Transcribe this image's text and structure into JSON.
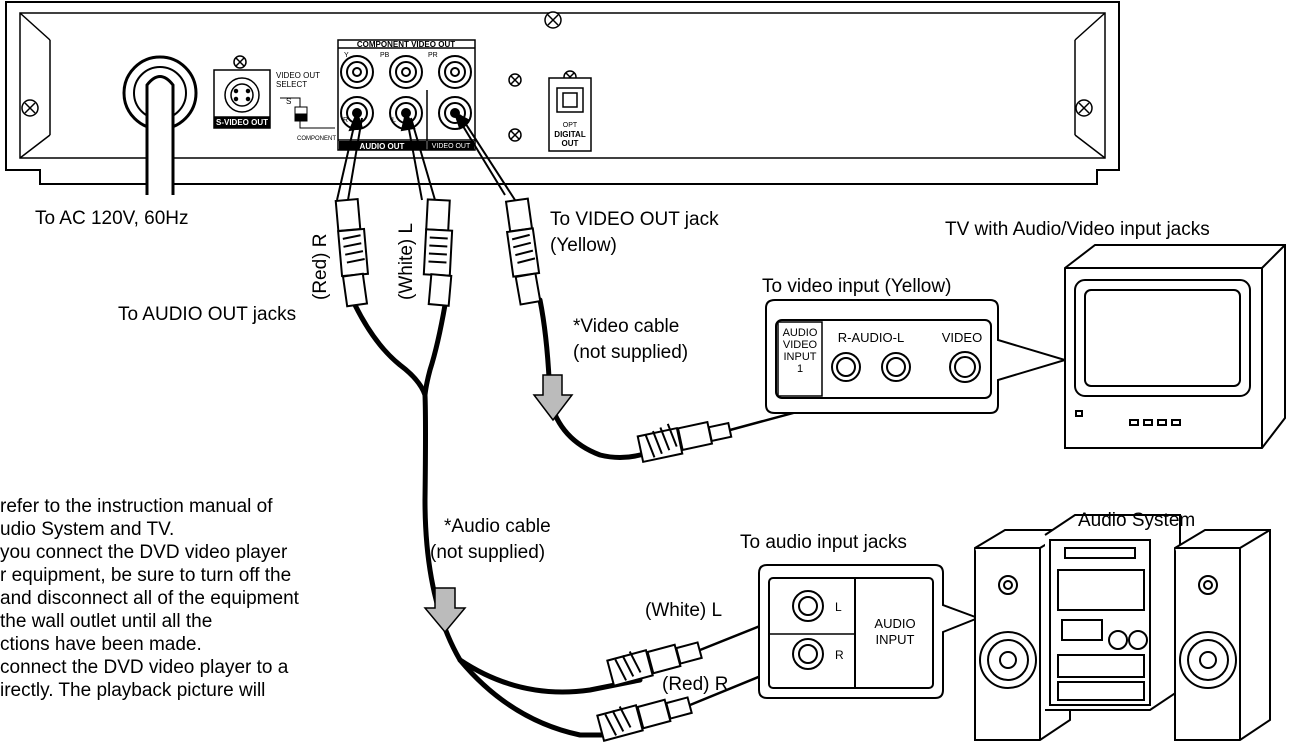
{
  "labels": {
    "ac_power": "To AC 120V, 60Hz",
    "red_r_vertical": "(Red) R",
    "white_l_vertical": "(White) L",
    "to_audio_out": "To AUDIO OUT jacks",
    "to_video_out": "To VIDEO OUT jack",
    "video_out_yellow": "(Yellow)",
    "tv_title": "TV with Audio/Video input jacks",
    "to_video_input": "To video input (Yellow)",
    "video_cable_1": "*Video  cable",
    "video_cable_2": "(not supplied)",
    "audio_cable_1": "*Audio cable",
    "audio_cable_2": "(not supplied)",
    "to_audio_input": "To audio input jacks",
    "audio_system": "Audio System",
    "white_l": "(White) L",
    "red_r": "(Red) R"
  },
  "tv_panel": {
    "av_line1": "AUDIO",
    "av_line2": "VIDEO",
    "av_line3": "INPUT",
    "av_line4": "1",
    "r_audio_l": "R-AUDIO-L",
    "video": "VIDEO"
  },
  "audio_panel": {
    "l": "L",
    "r": "R",
    "audio": "AUDIO",
    "input": "INPUT"
  },
  "player_panel": {
    "component_video_out": "COMPONENT VIDEO OUT",
    "y": "Y",
    "pb": "PB",
    "pr": "PR",
    "audio_out": "AUDIO OUT",
    "video_out": "VIDEO OUT",
    "s_video_out": "S-VIDEO OUT",
    "video_out_select_1": "VIDEO OUT",
    "video_out_select_2": "SELECT",
    "s": "S",
    "component": "COMPONENT",
    "jack_r": "R",
    "jack_l": "L",
    "opt": "OPT",
    "digital": "DIGITAL",
    "out": "OUT"
  },
  "notes": [
    " refer to the instruction manual of",
    "udio System and TV.",
    "you connect the DVD video player",
    "r equipment, be sure to turn off the",
    "and disconnect all of the equipment",
    " the  wall  outlet  until  all  the",
    "ctions have been made.",
    "connect the DVD video player to a",
    "irectly.  The  playback  picture  will"
  ]
}
